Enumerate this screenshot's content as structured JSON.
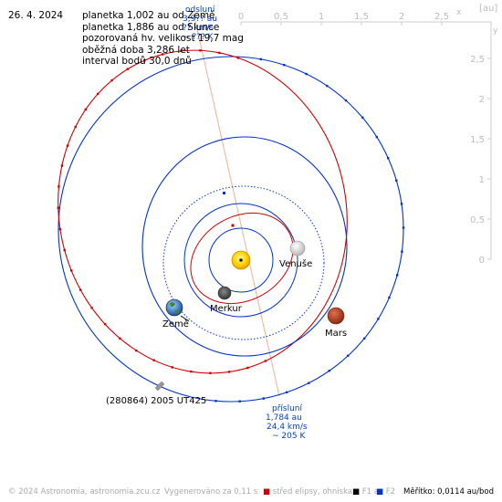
{
  "header": {
    "date": "26. 4. 2024",
    "info_lines": [
      "planetka 1,002 au od Země",
      "planetka 1,886 au od Slunce",
      "pozorovaná hv. velikost  19,7 mag",
      "oběžná doba 3,286 let",
      "interval bodů 30,0 dnů"
    ]
  },
  "scale": {
    "unit_label": "[au]",
    "x_axis_label": "x",
    "y_axis_label": "y",
    "x_ticks": [
      "0",
      "0,5",
      "1",
      "1,5",
      "2",
      "2,5"
    ],
    "y_ticks": [
      "2,5",
      "2",
      "1,5",
      "1",
      "0,5",
      "0"
    ]
  },
  "bodies": {
    "venus": "Venuše",
    "mercury": "Merkur",
    "earth": "Země",
    "mars": "Mars",
    "asteroid": "(280864) 2005 UT425"
  },
  "aphelion": {
    "title": "odsluní",
    "distance": "3,9?? au",
    "speed": "?? km/s",
    "temp": "~ ??? K"
  },
  "perihelion": {
    "title": "přísluní",
    "distance": "1,784 au",
    "speed": "24,4 km/s",
    "temp": "~ 205 K"
  },
  "footer": {
    "copyright": "© 2024 Astronomia, astronomia.zcu.cz",
    "generated": "Vygenerováno za 0,11 s",
    "center_legend": "střed elipsy, ohniska",
    "f1": "F1 a",
    "f2": "F2",
    "scale_text": "Měřítko: 0,0114 au/bod"
  },
  "colors": {
    "asteroid_orbit": "#d00000",
    "mars_orbit": "#0033cc",
    "earth_orbit": "#0033cc",
    "apsis_line": "#f3b090",
    "perihelion_text": "#0040d0",
    "scale_text": "#bbbbbb",
    "sun": "#ffcc00"
  }
}
